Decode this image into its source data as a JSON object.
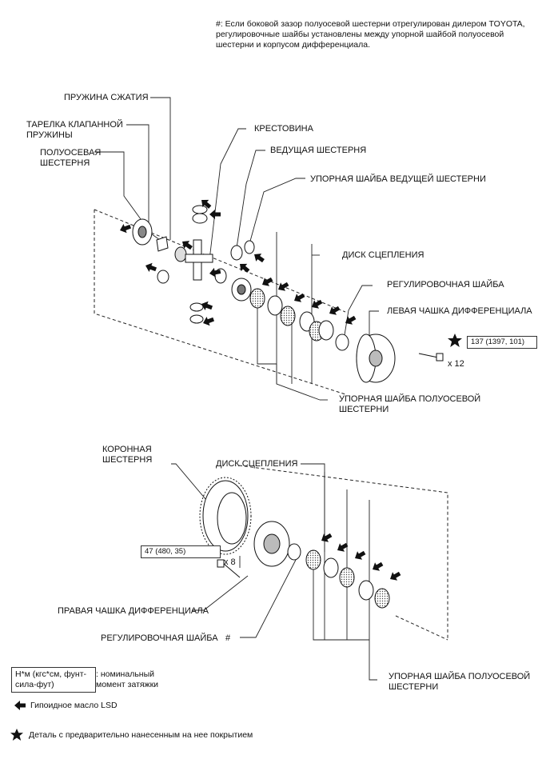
{
  "note": "#: Если боковой зазор полуосевой шестерни отрегулирован дилером TOYOTA, регулировочные шайбы установлены между упорной шайбой полуосевой шестерни и корпусом дифференциала.",
  "labels": {
    "compression_spring": "ПРУЖИНА СЖАТИЯ",
    "spring_plate": "ТАРЕЛКА КЛАПАННОЙ\nПРУЖИНЫ",
    "side_gear": "ПОЛУОСЕВАЯ\nШЕСТЕРНЯ",
    "spider": "КРЕСТОВИНА",
    "pinion_gear": "ВЕДУЩАЯ ШЕСТЕРНЯ",
    "pinion_thrust_washer": "УПОРНАЯ ШАЙБА ВЕДУЩЕЙ ШЕСТЕРНИ",
    "clutch_disc_upper": "ДИСК СЦЕПЛЕНИЯ",
    "shim_upper": "РЕГУЛИРОВОЧНАЯ ШАЙБА",
    "left_case": "ЛЕВАЯ ЧАШКА ДИФФЕРЕНЦИАЛА",
    "side_thrust_washer_upper": "УПОРНАЯ ШАЙБА ПОЛУОСЕВОЙ\nШЕСТЕРНИ",
    "ring_gear": "КОРОННАЯ\nШЕСТЕРНЯ",
    "clutch_disc_lower": "ДИСК СЦЕПЛЕНИЯ",
    "right_case": "ПРАВАЯ ЧАШКА ДИФФЕРЕНЦИАЛА",
    "shim_lower": "РЕГУЛИРОВОЧНАЯ ШАЙБА",
    "shim_lower_mark": "#",
    "side_thrust_washer_lower": "УПОРНАЯ ШАЙБА ПОЛУОСЕВОЙ\nШЕСТЕРНИ"
  },
  "torque": {
    "upper_value": "137 (1397, 101)",
    "upper_qty": "x 12",
    "lower_value": "47 (480, 35)",
    "lower_qty": "x 8"
  },
  "legend": {
    "unit_box": "Н*м (кгс*см, фунт-\nсила-фут)",
    "unit_desc": ": номинальный\nмомент затяжки",
    "oil_desc": "Гипоидное масло LSD",
    "precoated_desc": "Деталь с предварительно нанесенным на нее покрытием"
  }
}
